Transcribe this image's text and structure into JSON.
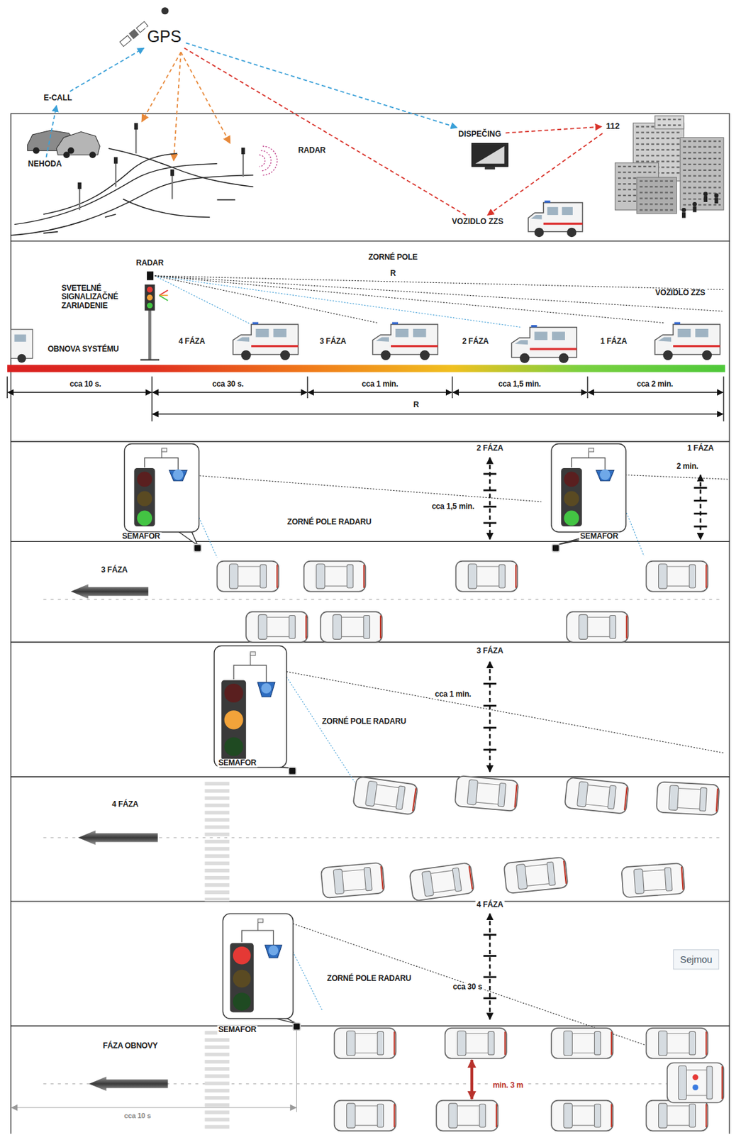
{
  "diagram": {
    "nodes": [
      {
        "text": [
          "GPS"
        ]
      },
      {
        "text": [
          "E-CALL"
        ]
      },
      {
        "text": [
          "NEHODA"
        ]
      },
      {
        "text": [
          "DISPEČING"
        ]
      },
      {
        "text": [
          "112"
        ]
      },
      {
        "text": [
          "VOZIDLO ZZS"
        ]
      }
    ],
    "edges": [
      {
        "from": 2,
        "to": 1,
        "arrow": "to"
      },
      {
        "from": 1,
        "to": 0,
        "arrow": "to"
      },
      {
        "from": 0,
        "to": 3,
        "arrow": "to"
      },
      {
        "from": 3,
        "to": 4,
        "arrow": "to"
      },
      {
        "from": 4,
        "to": 5,
        "arrow": "to"
      },
      {
        "from": 0,
        "to": 5,
        "arrow": "none"
      }
    ],
    "labels": [
      "RADAR",
      "RADAR",
      "ZORNÉ POLE",
      "R",
      "SVETELNÉ SIGNALIZAČNÉ ZARIADENIE",
      "VOZIDLO ZZS",
      "OBNOVA SYSTÉMU",
      "4 FÁZA",
      "3 FÁZA",
      "2 FÁZA",
      "1 FÁZA",
      "cca 10 s.",
      "cca 30 s.",
      "cca 1 min.",
      "cca 1,5 min.",
      "cca 2 min.",
      "R",
      "2 FÁZA",
      "1 FÁZA",
      "2 min.",
      "cca 1,5 min.",
      "ZORNÉ POLE RADARU",
      "SEMAFOR",
      "SEMAFOR",
      "3 FÁZA",
      "3 FÁZA",
      "cca 1 min.",
      "ZORNÉ POLE RADARU",
      "SEMAFOR",
      "4 FÁZA",
      "4 FÁZA",
      "ZORNÉ POLE RADARU",
      "cca 30 s",
      "SEMAFOR",
      "FÁZA OBNOVY",
      "min. 3 m",
      "cca 10 s",
      "Sejmou"
    ]
  }
}
